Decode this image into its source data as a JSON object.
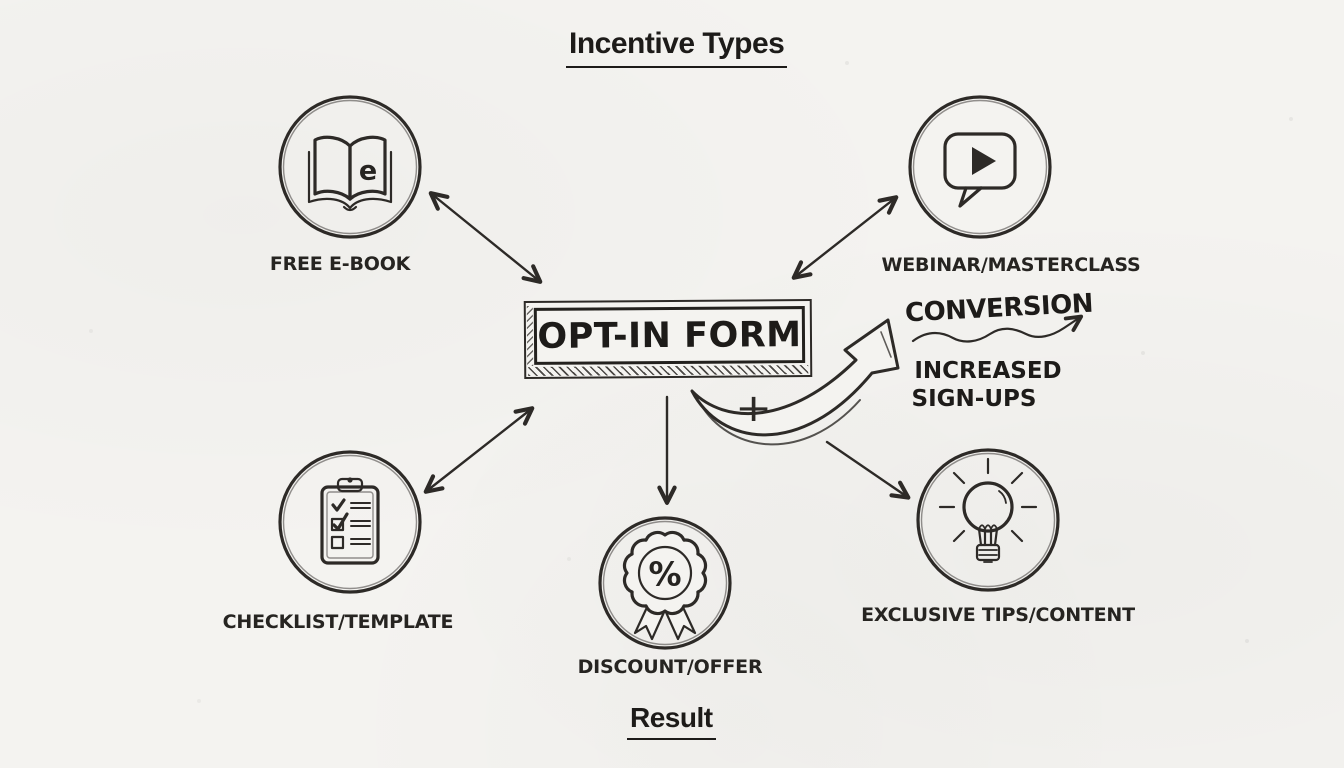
{
  "title": "Incentive Types",
  "result_label": "Result",
  "center_box": {
    "label": "OPT-IN FORM"
  },
  "plus_sign": "+",
  "nodes": [
    {
      "id": "free-ebook",
      "label": "FREE E-BOOK",
      "icon": "book-icon",
      "letter": "e"
    },
    {
      "id": "webinar-masterclass",
      "label": "WEBINAR/MASTERCLASS",
      "icon": "video-speech-bubble-icon"
    },
    {
      "id": "checklist-template",
      "label": "CHECKLIST/TEMPLATE",
      "icon": "clipboard-checklist-icon"
    },
    {
      "id": "discount-offer",
      "label": "DISCOUNT/OFFER",
      "icon": "percent-badge-icon",
      "symbol": "%"
    },
    {
      "id": "exclusive-tips-content",
      "label": "EXCLUSIVE TIPS/CONTENT",
      "icon": "lightbulb-icon"
    }
  ],
  "outcome": {
    "heading": "CONVERSION",
    "line1": "INCREASED",
    "line2": "SIGN-UPS"
  },
  "colors": {
    "ink": "#2d2a27",
    "paper": "#f4f3f0"
  }
}
